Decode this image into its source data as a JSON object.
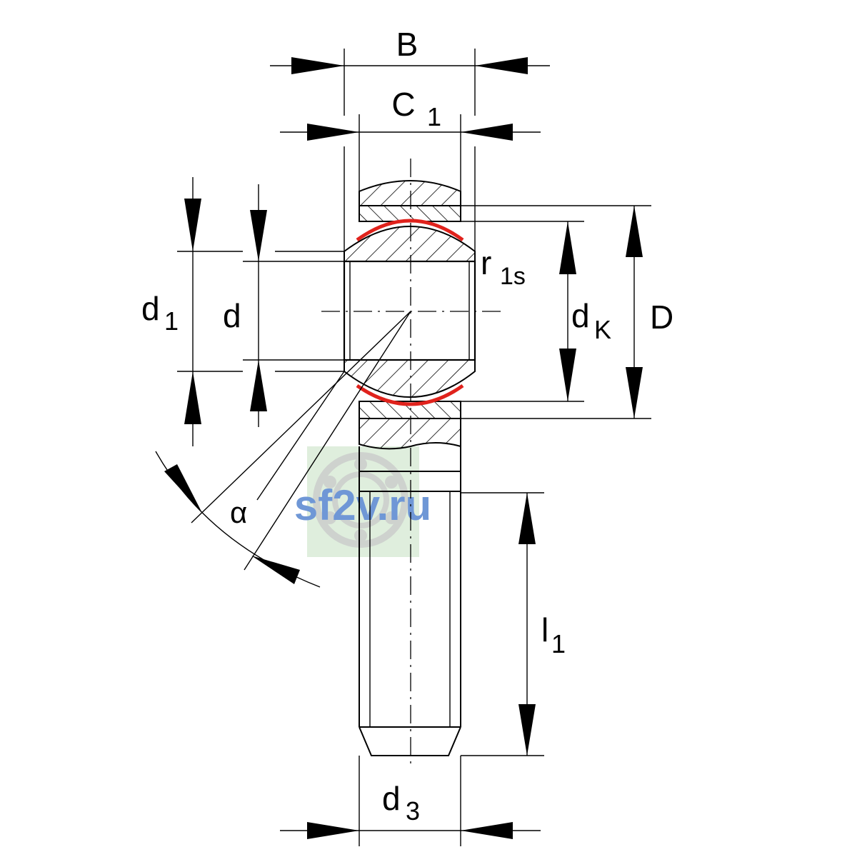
{
  "labels": {
    "B": "B",
    "C": "C",
    "C_sub": "1",
    "d1": "d",
    "d1_sub": "1",
    "d": "d",
    "r": "r",
    "r_sub": "1s",
    "dK": "d",
    "dK_sub": "K",
    "D": "D",
    "alpha": "α",
    "l": "l",
    "l_sub": "1",
    "d3": "d",
    "d3_sub": "3"
  },
  "watermark": {
    "text": "sf2v.ru",
    "icon": "bearing-icon"
  },
  "colors": {
    "line": "#000000",
    "seal": "#e0221c",
    "watermark_text": "#6f97d6",
    "watermark_bg": "#dfeedd"
  }
}
